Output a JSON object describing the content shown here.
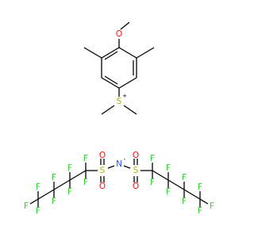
{
  "colors": {
    "bond": "#000000",
    "C": "#000000",
    "O": "#ff0d0d",
    "S": "#b2b200",
    "F": "#33cc33",
    "N": "#3050f8"
  },
  "labels": {
    "O": "O",
    "S": "S",
    "F": "F",
    "N": "N",
    "plus": "+",
    "minus": "-"
  }
}
